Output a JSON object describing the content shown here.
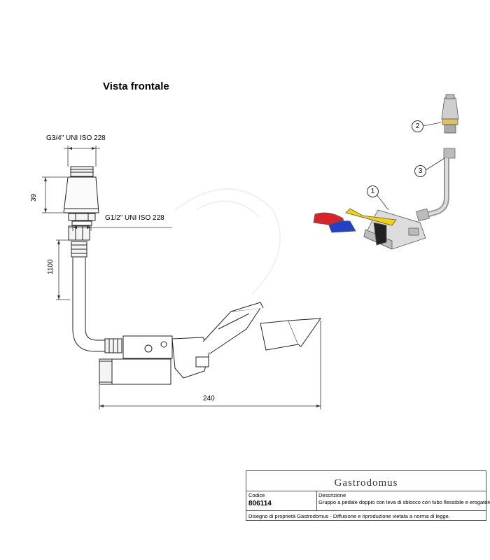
{
  "title": "Vista frontale",
  "dimensions": {
    "top_thread": "G3/4\" UNI ISO 228",
    "height_39": "39",
    "mid_thread": "G1/2\" UNI ISO 228",
    "height_1100": "1100",
    "width_240": "240"
  },
  "callouts": [
    "1",
    "2",
    "3"
  ],
  "pedal_colors": {
    "red": "#d8232a",
    "blue": "#2340c8",
    "yellow": "#f2d20a",
    "black": "#222222"
  },
  "title_block": {
    "brand": "Gastrodomus",
    "code_label": "Codice",
    "code_value": "806114",
    "description_label": "Descrizione",
    "description_value": "Gruppo a pedale doppio con leva di sblocco con tubo flessibile e erogatore",
    "ownership_note": "Disegno di proprietà Gastrodomus - Diffusione e riproduzione vietata a norma di legge."
  }
}
